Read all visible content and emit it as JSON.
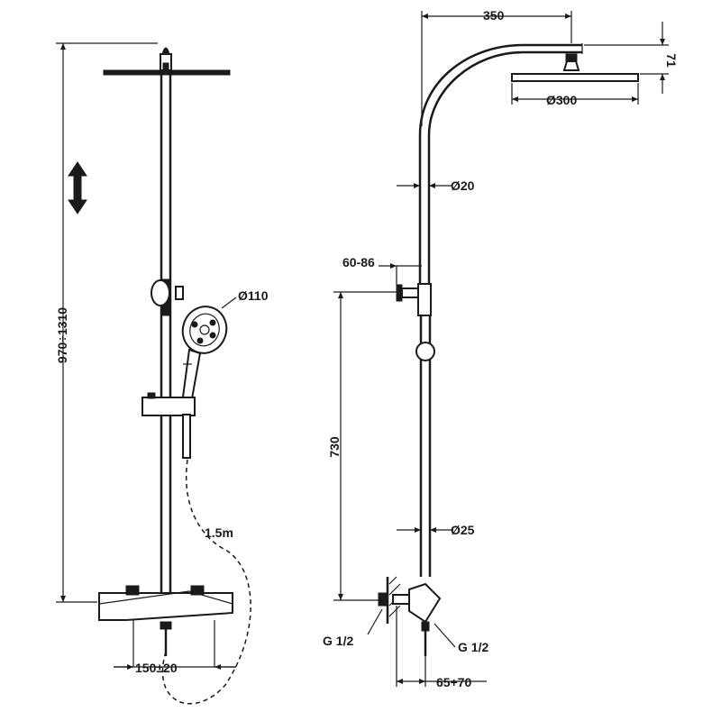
{
  "front_view": {
    "height_range": "970÷1310",
    "handshower_diameter": "Ø110",
    "hose_length": "1.5m",
    "inlet_spacing": "150±20"
  },
  "side_view": {
    "arm_reach": "350",
    "head_drop": "71",
    "head_diameter": "Ø300",
    "upper_pipe_diameter": "Ø20",
    "holder_range": "60-86",
    "holder_height": "730",
    "lower_pipe_diameter": "Ø25",
    "inlet_thread_left": "G 1/2",
    "inlet_thread_right": "G 1/2",
    "wall_offset": "65+70"
  },
  "colors": {
    "line": "#1a1a1a",
    "background": "#ffffff"
  },
  "icons": {
    "adjust": "vertical-double-arrow-icon"
  }
}
